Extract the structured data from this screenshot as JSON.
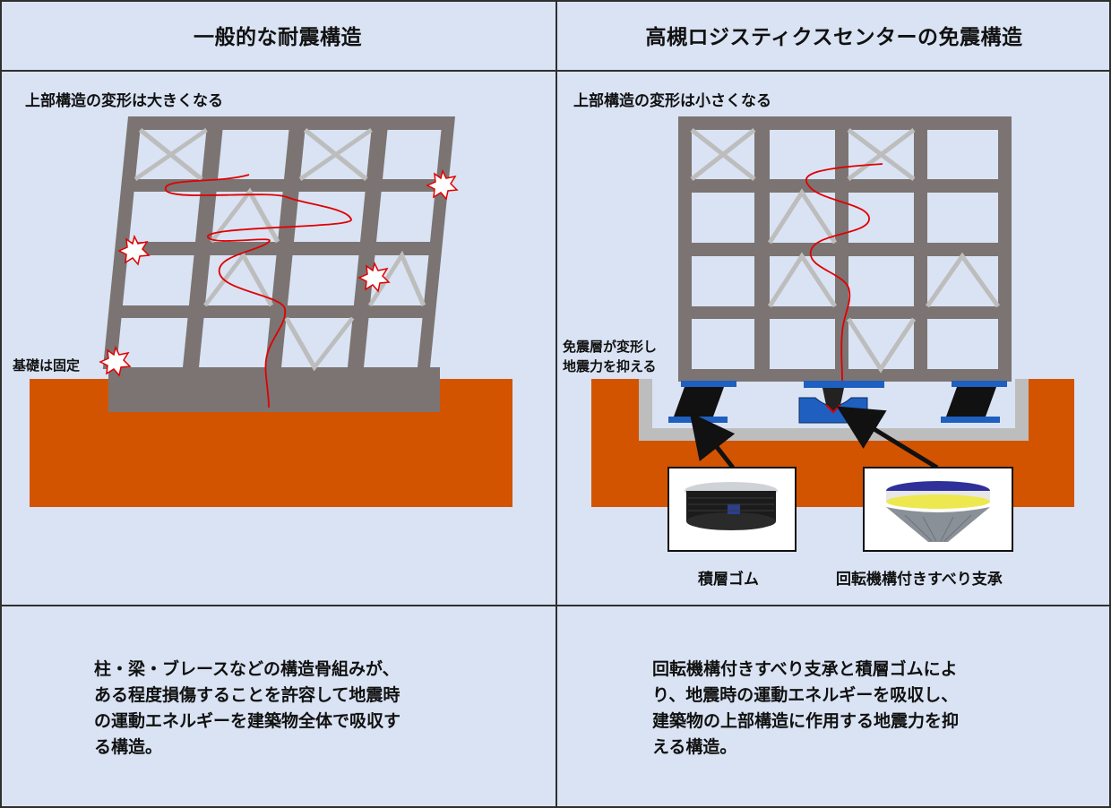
{
  "columns": [
    {
      "header": "一般的な耐震構造",
      "subcaption": "上部構造の変形は大きくなる",
      "foundation_label": "基礎は固定",
      "description": "柱・梁・ブレースなどの構造骨組みが、\nある程度損傷することを許容して地震時\nの運動エネルギーを建築物全体で吸収す\nる構造。"
    },
    {
      "header": "高槻ロジスティクスセンターの免震構造",
      "subcaption": "上部構造の変形は小さくなる",
      "isolation_label": "免震層が変形し\n地震力を抑える",
      "device_labels": [
        "積層ゴム",
        "回転機構付きすべり支承"
      ],
      "description": "回転機構付きすべり支承と積層ゴムによ\nり、地震時の運動エネルギーを吸収し、\n建築物の上部構造に作用する地震力を抑\nえる構造。"
    }
  ],
  "colors": {
    "background": "#dae3f3",
    "frame": "#7b7473",
    "ground": "#d35400",
    "isolation_pit": "#bdbdbd",
    "bearing": "#1f5fbf",
    "bearing_dark": "#111111",
    "wave": "#e00000",
    "damage_mark": "#e00000",
    "arrow": "#111111"
  },
  "icons": [
    "damage-burst-icon",
    "seismic-wave-icon",
    "arrow-icon"
  ]
}
